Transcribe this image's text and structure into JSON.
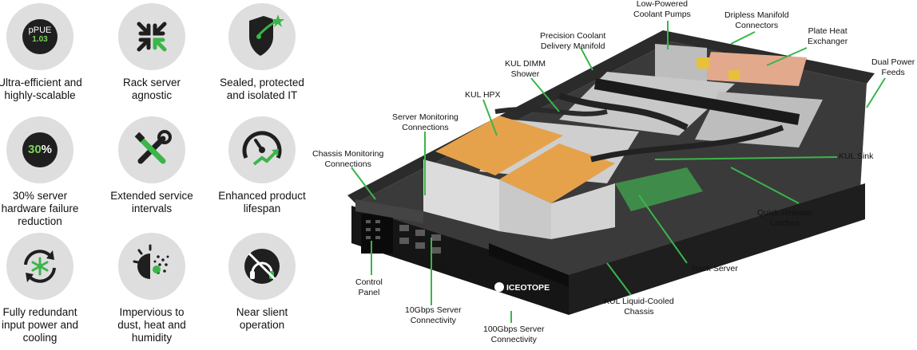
{
  "features": [
    {
      "id": "pue",
      "icon": "ppue-badge-icon",
      "label_lines": [
        "Ultra-efficient and",
        "highly-scalable"
      ],
      "badge_top": "pPUE",
      "badge_value": "1.03"
    },
    {
      "id": "rack",
      "icon": "compress-arrows-icon",
      "label_lines": [
        "Rack server",
        "agnostic"
      ]
    },
    {
      "id": "sealed",
      "icon": "shield-check-icon",
      "label_lines": [
        "Sealed, protected",
        "and isolated IT"
      ]
    },
    {
      "id": "failure",
      "icon": "percent-badge-icon",
      "label_lines": [
        "30% server",
        "hardware failure",
        "reduction"
      ],
      "badge_value": "30",
      "badge_unit": "%"
    },
    {
      "id": "service",
      "icon": "tools-icon",
      "label_lines": [
        "Extended service",
        "intervals"
      ]
    },
    {
      "id": "lifespan",
      "icon": "gauge-trend-icon",
      "label_lines": [
        "Enhanced product",
        "lifespan"
      ]
    },
    {
      "id": "power",
      "icon": "recycle-snowflake-icon",
      "label_lines": [
        "Fully redundant",
        "input power and",
        "cooling"
      ]
    },
    {
      "id": "dust",
      "icon": "dust-shield-icon",
      "label_lines": [
        "Impervious to",
        "dust, heat and",
        "humidity"
      ]
    },
    {
      "id": "silent",
      "icon": "muted-headphones-icon",
      "label_lines": [
        "Near slient",
        "operation"
      ]
    }
  ],
  "callouts": [
    {
      "id": "pumps",
      "lines": [
        "Low-Powered",
        "Coolant Pumps"
      ]
    },
    {
      "id": "dripless",
      "lines": [
        "Dripless Manifold",
        "Connectors"
      ]
    },
    {
      "id": "plate",
      "lines": [
        "Plate Heat",
        "Exchanger"
      ]
    },
    {
      "id": "dualpower",
      "lines": [
        "Dual Power",
        "Feeds"
      ]
    },
    {
      "id": "manifold",
      "lines": [
        "Precision Coolant",
        "Delivery Manifold"
      ]
    },
    {
      "id": "dimm",
      "lines": [
        "KUL DIMM",
        "Shower"
      ]
    },
    {
      "id": "hpx",
      "lines": [
        "KUL HPX"
      ]
    },
    {
      "id": "servermon",
      "lines": [
        "Server Monitoring",
        "Connections"
      ]
    },
    {
      "id": "chassismon",
      "lines": [
        "Chassis Monitoring",
        "Connections"
      ]
    },
    {
      "id": "sink",
      "lines": [
        "KUL Sink"
      ]
    },
    {
      "id": "latches",
      "lines": [
        "Quick-Release",
        "Latches"
      ]
    },
    {
      "id": "rackserver",
      "lines": [
        "Rack Server"
      ]
    },
    {
      "id": "control",
      "lines": [
        "Control",
        "Panel"
      ]
    },
    {
      "id": "tengig",
      "lines": [
        "10Gbps Server",
        "Connectivity"
      ]
    },
    {
      "id": "hundredgig",
      "lines": [
        "100Gbps Server",
        "Connectivity"
      ]
    },
    {
      "id": "chassis",
      "lines": [
        "KUL Liquid-Cooled",
        "Chassis"
      ]
    }
  ],
  "brand": {
    "name": "ICEOTOPE"
  },
  "colors": {
    "accent": "#3bb54a",
    "circle": "#dedede",
    "chassis": "#1c1c1c",
    "copper": "#e0a15a",
    "orange": "#e6a24b"
  }
}
